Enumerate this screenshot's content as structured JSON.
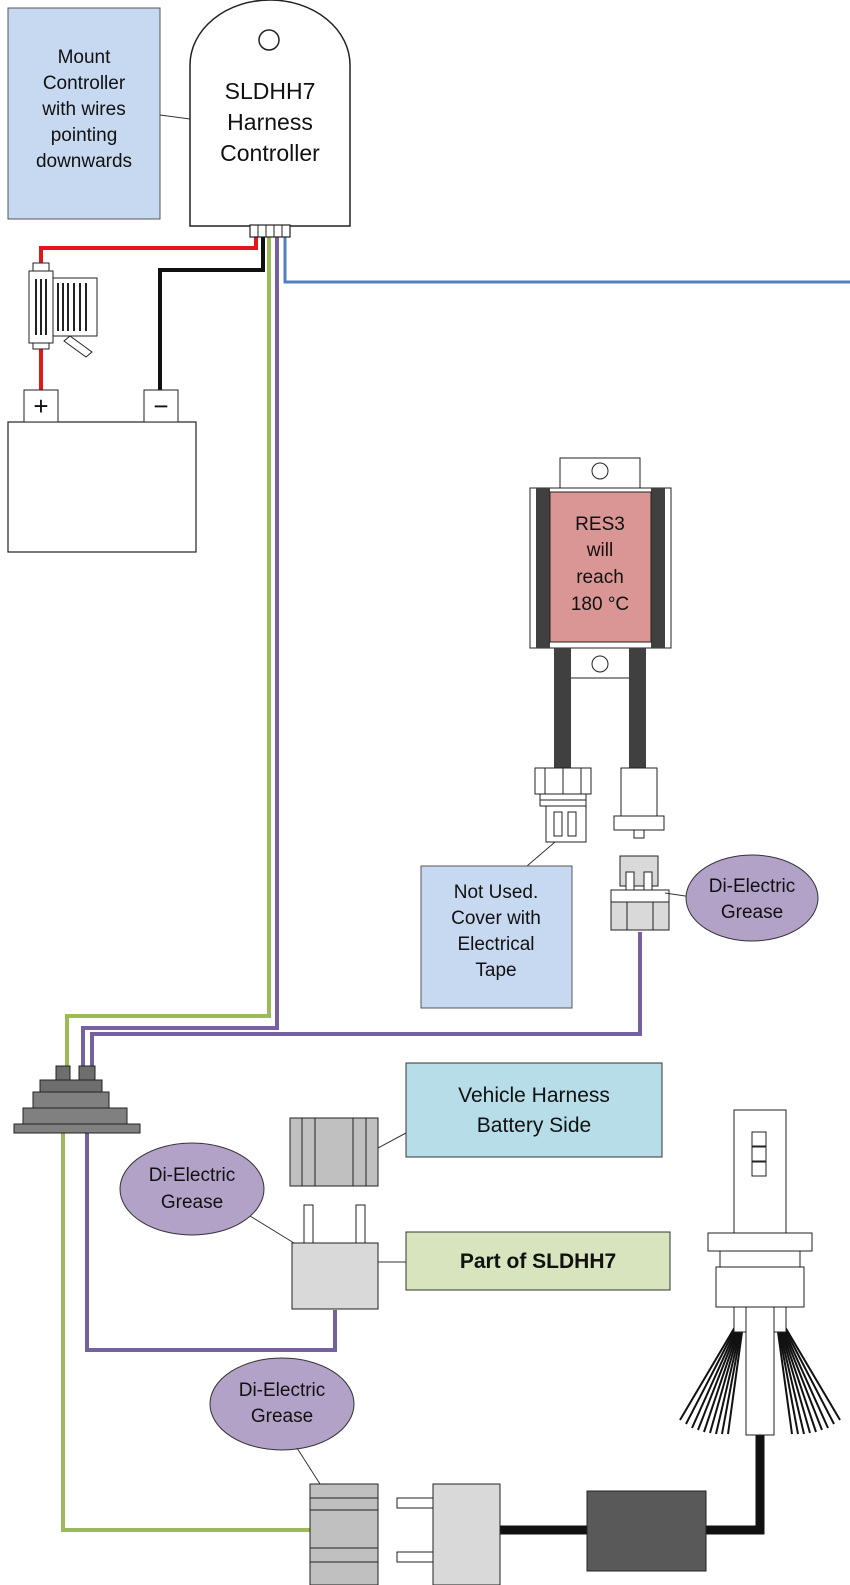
{
  "controller": {
    "name_line1": "SLDHH7",
    "name_line2": "Harness",
    "name_line3": "Controller"
  },
  "notes": {
    "mount": [
      "Mount",
      "Controller",
      "with wires",
      "pointing",
      "downwards"
    ],
    "not_used": [
      "Not Used.",
      "Cover with",
      "Electrical",
      "Tape"
    ],
    "vehicle_harness": [
      "Vehicle Harness",
      "Battery Side"
    ],
    "part_of": "Part of SLDHH7"
  },
  "resistor": {
    "lines": [
      "RES3",
      "will",
      "reach",
      "180 °C"
    ]
  },
  "grease_labels": {
    "g1": [
      "Di-Electric",
      "Grease"
    ],
    "g2": [
      "Di-Electric",
      "Grease"
    ],
    "g3": [
      "Di-Electric",
      "Grease"
    ]
  },
  "battery": {
    "plus_symbol": "+",
    "minus_symbol": "−"
  },
  "colors": {
    "red_wire": "#e8141b",
    "black_wire": "#111111",
    "green_wire": "#9bbb59",
    "purple_wire": "#7560a0",
    "blue_wire": "#4f81bd",
    "note_blue": "#c6d9f1",
    "note_cyan": "#b7dde8",
    "note_green": "#d7e4bd",
    "grease_purple": "#b3a2c7",
    "resistor_red": "#d99694"
  }
}
